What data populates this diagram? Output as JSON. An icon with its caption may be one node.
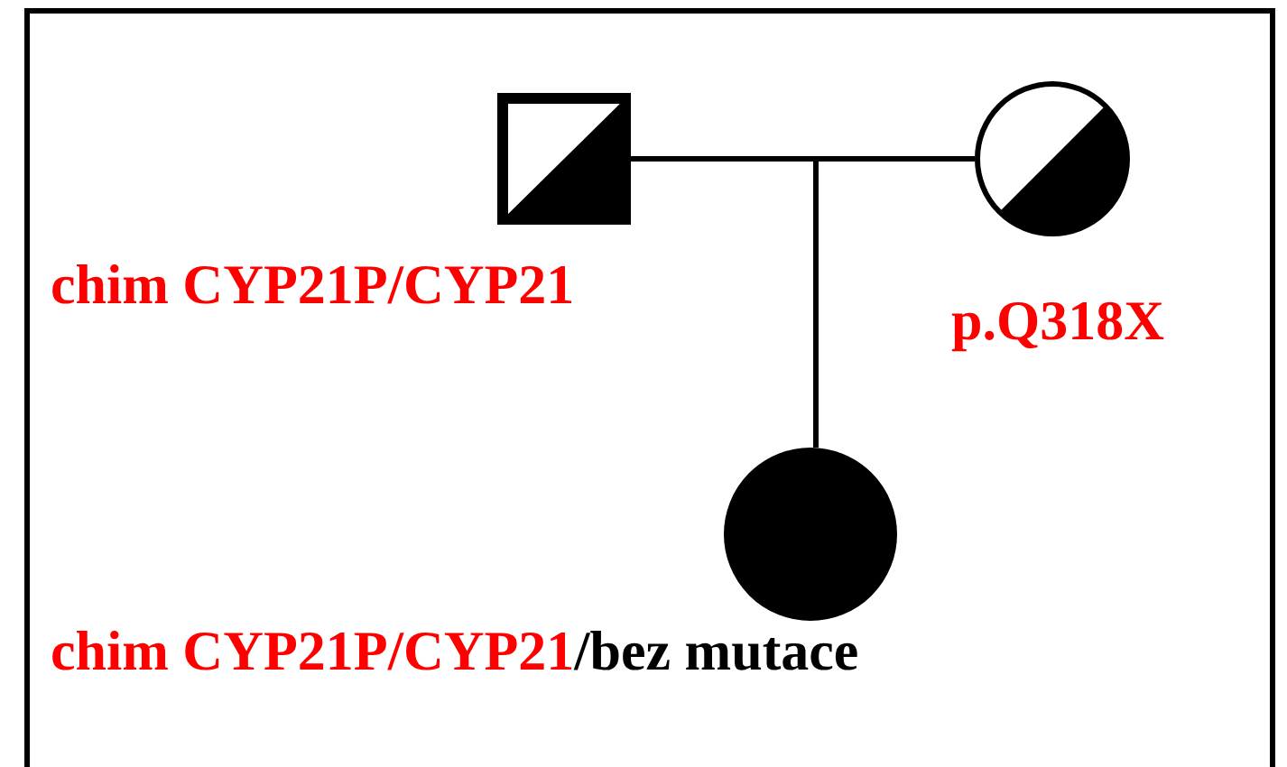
{
  "diagram": {
    "nodes": [
      {
        "text": [],
        "shape": "box",
        "beside": [
          "chim CYP21P/CYP21"
        ]
      },
      {
        "text": [],
        "shape": "circle",
        "beside": [
          "p.Q318X"
        ]
      },
      {
        "text": [],
        "shape": "circle",
        "beside": [
          "chim CYP21P/CYP21",
          "/bez mutace"
        ]
      }
    ],
    "edges": [
      {
        "from": 0,
        "to": 2,
        "arrow": "none"
      },
      {
        "from": 1,
        "to": 2,
        "arrow": "none"
      }
    ]
  }
}
